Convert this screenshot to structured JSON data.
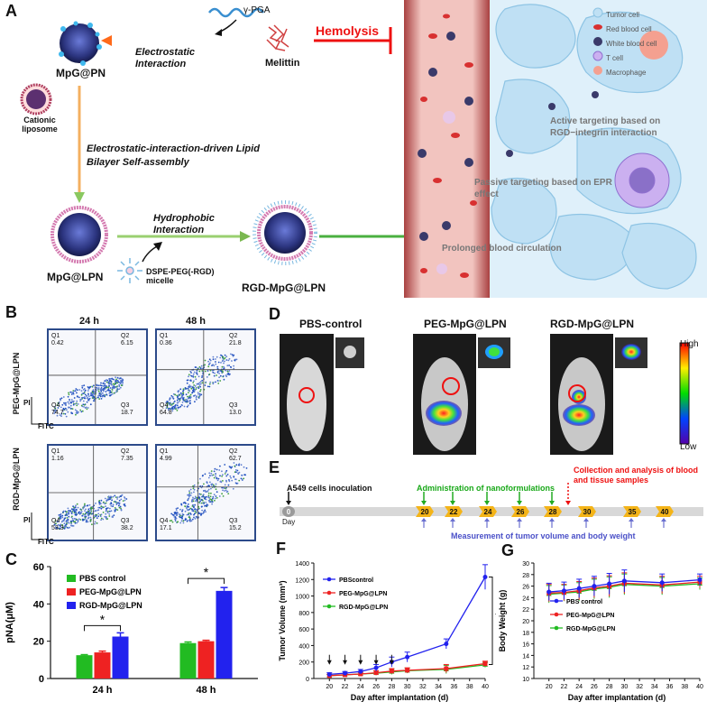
{
  "panel_a": {
    "label": "A",
    "gamma_pga": "γ-PGA",
    "hemolysis": "Hemolysis",
    "electrostatic_interaction": "Electrostatic Interaction",
    "melittin": "Melittin",
    "mpg_pn": "MpG@PN",
    "cationic_liposome": "Cationic liposome",
    "self_assembly": "Electrostatic-interaction-driven Lipid Bilayer Self-assembly",
    "hydrophobic_interaction": "Hydrophobic Interaction",
    "mpg_lpn": "MpG@LPN",
    "dspe_micelle": "DSPE-PEG(-RGD) micelle",
    "rgd_mpg_lpn": "RGD-MpG@LPN",
    "legend": [
      "Tumor cell",
      "Red blood cell",
      "White blood cell",
      "T cell",
      "Macrophage"
    ],
    "active_targeting": "Active targeting based on RGD−integrin interaction",
    "passive_targeting": "Passive targeting based on EPR effect",
    "prolonged": "Prolonged blood  circulation"
  },
  "panel_b": {
    "label": "B",
    "col_24": "24 h",
    "col_48": "48 h",
    "row_peg": "PEG-MpG@LPN",
    "row_rgd": "RGD-MpG@LPN",
    "y_axis": "PI",
    "x_axis": "FITC",
    "plots": [
      {
        "q1": "Q1",
        "q1v": "0.42",
        "q2": "Q2",
        "q2v": "6.15",
        "q3": "Q3",
        "q3v": "18.7",
        "q4": "Q4",
        "q4v": "74.7"
      },
      {
        "q1": "Q1",
        "q1v": "0.36",
        "q2": "Q2",
        "q2v": "21.8",
        "q3": "Q3",
        "q3v": "13.0",
        "q4": "Q4",
        "q4v": "64.8"
      },
      {
        "q1": "Q1",
        "q1v": "1.16",
        "q2": "Q2",
        "q2v": "7.35",
        "q3": "Q3",
        "q3v": "38.2",
        "q4": "Q4",
        "q4v": "53.3"
      },
      {
        "q1": "Q1",
        "q1v": "4.99",
        "q2": "Q2",
        "q2v": "62.7",
        "q3": "Q3",
        "q3v": "15.2",
        "q4": "Q4",
        "q4v": "17.1"
      }
    ]
  },
  "panel_d": {
    "label": "D",
    "titles": [
      "PBS-control",
      "PEG-MpG@LPN",
      "RGD-MpG@LPN"
    ],
    "scale_high": "High",
    "scale_low": "Low"
  },
  "panel_e": {
    "label": "E",
    "inoculation": "A549 cells inoculation",
    "administration": "Administration of nanoformulations",
    "collection": "Collection and analysis of blood and tissue samples",
    "measurement": "Measurement of tumor volume and body weight",
    "day": "Day",
    "days": [
      "0",
      "20",
      "22",
      "24",
      "26",
      "28",
      "30",
      "35",
      "40"
    ]
  },
  "colors": {
    "pbs": "#22bb22",
    "peg": "#ee2222",
    "rgd": "#2222ee",
    "green_flow": "#88c860",
    "panel_border": "#2c4a8a"
  },
  "chart_data": [
    {
      "panel": "C",
      "type": "bar",
      "ylabel": "pNA(μM)",
      "categories": [
        "24 h",
        "48 h"
      ],
      "ylim": [
        0,
        60
      ],
      "yticks": [
        "0",
        "20",
        "40",
        "60"
      ],
      "series": [
        {
          "name": "PBS control",
          "values": [
            12.5,
            19.0
          ],
          "errors": [
            0.3,
            0.6
          ]
        },
        {
          "name": "PEG-MpG@LPN",
          "values": [
            14.0,
            20.0
          ],
          "errors": [
            0.7,
            0.5
          ]
        },
        {
          "name": "RGD-MpG@LPN",
          "values": [
            22.5,
            47.0
          ],
          "errors": [
            2.0,
            1.8
          ]
        }
      ],
      "annotations": [
        "*",
        "*"
      ]
    },
    {
      "panel": "F",
      "type": "line",
      "xlabel": "Day after implantation (d)",
      "ylabel": "Tumor Volume (mm³)",
      "x": [
        20,
        22,
        24,
        26,
        28,
        30,
        35,
        40
      ],
      "xlim": [
        18,
        40
      ],
      "ylim": [
        0,
        1400
      ],
      "xticks": [
        "20",
        "22",
        "24",
        "26",
        "28",
        "30",
        "32",
        "34",
        "36",
        "38",
        "40"
      ],
      "yticks": [
        "0",
        "200",
        "400",
        "600",
        "800",
        "1000",
        "1200",
        "1400"
      ],
      "series": [
        {
          "name": "PBScontrol",
          "values": [
            50,
            65,
            85,
            130,
            200,
            260,
            420,
            1230
          ],
          "errors": [
            20,
            20,
            25,
            40,
            60,
            60,
            60,
            150
          ]
        },
        {
          "name": "PEG-MpG@LPN",
          "values": [
            35,
            45,
            55,
            70,
            90,
            100,
            120,
            180
          ],
          "errors": [
            15,
            15,
            20,
            25,
            30,
            30,
            50,
            30
          ]
        },
        {
          "name": "RGD-MpG@LPN",
          "values": [
            35,
            45,
            55,
            65,
            80,
            95,
            110,
            165
          ],
          "errors": [
            15,
            15,
            20,
            25,
            30,
            30,
            50,
            30
          ]
        }
      ],
      "annotations": [
        "*"
      ]
    },
    {
      "panel": "G",
      "type": "line",
      "xlabel": "Day after implantation (d)",
      "ylabel": "Body Weight (g)",
      "x": [
        20,
        22,
        24,
        26,
        28,
        30,
        35,
        40
      ],
      "xlim": [
        18,
        40
      ],
      "ylim": [
        10,
        30
      ],
      "xticks": [
        "20",
        "22",
        "24",
        "26",
        "28",
        "30",
        "32",
        "34",
        "36",
        "38",
        "40"
      ],
      "yticks": [
        "10",
        "12",
        "14",
        "16",
        "18",
        "20",
        "22",
        "24",
        "26",
        "28",
        "30"
      ],
      "series": [
        {
          "name": "PBS control",
          "values": [
            25.0,
            25.2,
            25.6,
            26.0,
            26.4,
            26.9,
            26.6,
            27.1
          ],
          "errors": [
            1.5,
            1.5,
            1.6,
            1.7,
            1.8,
            1.9,
            1.5,
            1.0
          ]
        },
        {
          "name": "PEG-MpG@LPN",
          "values": [
            24.8,
            24.9,
            25.2,
            25.7,
            26.0,
            26.5,
            26.2,
            26.7
          ],
          "errors": [
            1.5,
            1.4,
            1.6,
            1.7,
            1.8,
            1.8,
            1.5,
            1.0
          ]
        },
        {
          "name": "RGD-MpG@LPN",
          "values": [
            24.6,
            24.8,
            25.0,
            25.5,
            25.8,
            26.3,
            26.0,
            26.4
          ],
          "errors": [
            1.5,
            1.4,
            1.6,
            1.7,
            1.8,
            1.8,
            1.5,
            1.0
          ]
        }
      ]
    }
  ]
}
